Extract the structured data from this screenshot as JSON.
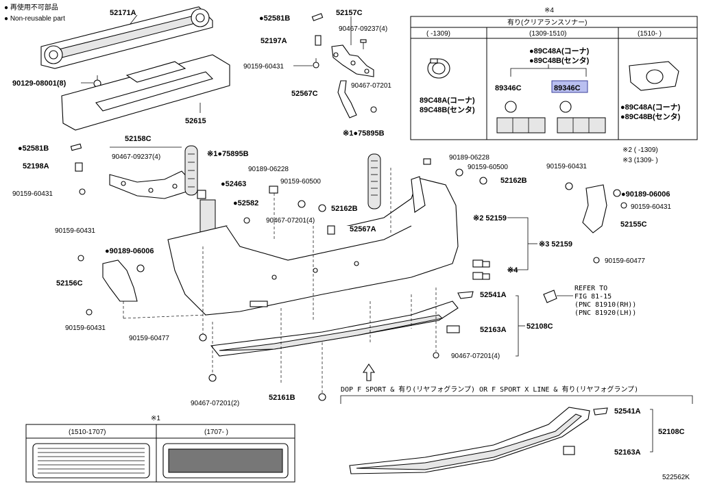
{
  "legend": {
    "line1": "● 再使用不可部品",
    "line2": "● Non-reusable part"
  },
  "labels": [
    {
      "id": "52171A",
      "text": "52171A"
    },
    {
      "id": "90129-08001",
      "text": "90129-08001(8)"
    },
    {
      "id": "52615",
      "text": "52615"
    },
    {
      "id": "52581B-a",
      "text": "●52581B"
    },
    {
      "id": "52197A",
      "text": "52197A"
    },
    {
      "id": "90159-60431-a",
      "text": "90159-60431"
    },
    {
      "id": "52157C",
      "text": "52157C"
    },
    {
      "id": "90467-09237-a",
      "text": "90467-09237(4)"
    },
    {
      "id": "52567C",
      "text": "52567C"
    },
    {
      "id": "90467-07201-a",
      "text": "90467-07201"
    },
    {
      "id": "75895B-a",
      "text": "※1●75895B"
    },
    {
      "id": "52581B-b",
      "text": "●52581B"
    },
    {
      "id": "52198A",
      "text": "52198A"
    },
    {
      "id": "90159-60431-b",
      "text": "90159-60431"
    },
    {
      "id": "52158C",
      "text": "52158C"
    },
    {
      "id": "90467-09237-b",
      "text": "90467-09237(4)"
    },
    {
      "id": "75895B-b",
      "text": "※1●75895B"
    },
    {
      "id": "90189-06228-a",
      "text": "90189-06228"
    },
    {
      "id": "90159-60500-a",
      "text": "90159-60500"
    },
    {
      "id": "52463",
      "text": "●52463"
    },
    {
      "id": "52582",
      "text": "●52582"
    },
    {
      "id": "52162B-a",
      "text": "52162B"
    },
    {
      "id": "90467-07201-b",
      "text": "90467-07201(4)"
    },
    {
      "id": "52567A",
      "text": "52567A"
    },
    {
      "id": "90189-06228-b",
      "text": "90189-06228"
    },
    {
      "id": "90159-60500-b",
      "text": "90159-60500"
    },
    {
      "id": "52162B-b",
      "text": "52162B"
    },
    {
      "id": "90159-60431-c",
      "text": "90159-60431"
    },
    {
      "id": "90189-06006-a",
      "text": "●90189-06006"
    },
    {
      "id": "90159-60431-d",
      "text": "90159-60431"
    },
    {
      "id": "52155C",
      "text": "52155C"
    },
    {
      "id": "90159-60477-a",
      "text": "90159-60477"
    },
    {
      "id": "52159-a",
      "text": "※2 52159"
    },
    {
      "id": "52159-b",
      "text": "※3 52159"
    },
    {
      "id": "x4",
      "text": "※4"
    },
    {
      "id": "90159-60431-e",
      "text": "90159-60431"
    },
    {
      "id": "90189-06006-b",
      "text": "●90189-06006"
    },
    {
      "id": "52156C",
      "text": "52156C"
    },
    {
      "id": "90159-60431-f",
      "text": "90159-60431"
    },
    {
      "id": "52541A-a",
      "text": "52541A"
    },
    {
      "id": "52108C-a",
      "text": "52108C"
    },
    {
      "id": "52163A-a",
      "text": "52163A"
    },
    {
      "id": "90159-60477-b",
      "text": "90159-60477"
    },
    {
      "id": "90467-07201-c",
      "text": "90467-07201(4)"
    },
    {
      "id": "90467-07201-d",
      "text": "90467-07201(2)"
    },
    {
      "id": "52161B",
      "text": "52161B"
    },
    {
      "id": "52541A-b",
      "text": "52541A"
    },
    {
      "id": "52108C-b",
      "text": "52108C"
    },
    {
      "id": "52163A-b",
      "text": "52163A"
    }
  ],
  "refer": {
    "line1": "REFER TO",
    "line2": "FIG 81-15",
    "line3": "(PNC 81910(RH))",
    "line4": "(PNC 81920(LH))"
  },
  "sonar_box": {
    "mark": "※4",
    "title": "有り(クリアランスソナー)",
    "col1": "(     -1309)",
    "col2": "(1309-1510)",
    "col3": "(1510-     )",
    "c1_l1": "89C48A(コーナ)",
    "c1_l2": "89C48B(センタ)",
    "c2_top1": "●89C48A(コーナ)",
    "c2_top2": "●89C48B(センタ)",
    "c2_a": "89346C",
    "c2_b": "89346C",
    "c3_l1": "●89C48A(コーナ)",
    "c3_l2": "●89C48B(センタ)"
  },
  "notes": {
    "n2": "※2 (      -1309)",
    "n3": "※3 (1309-      )"
  },
  "grille_box": {
    "mark": "※1",
    "col1": "(1510-1707)",
    "col2": "(1707-     )"
  },
  "dop_caption": "DOP  F SPORT & 有り(リヤフォグランプ) OR F SPORT X LINE & 有り(リヤフォグランプ)",
  "diagram_code": "522562K"
}
